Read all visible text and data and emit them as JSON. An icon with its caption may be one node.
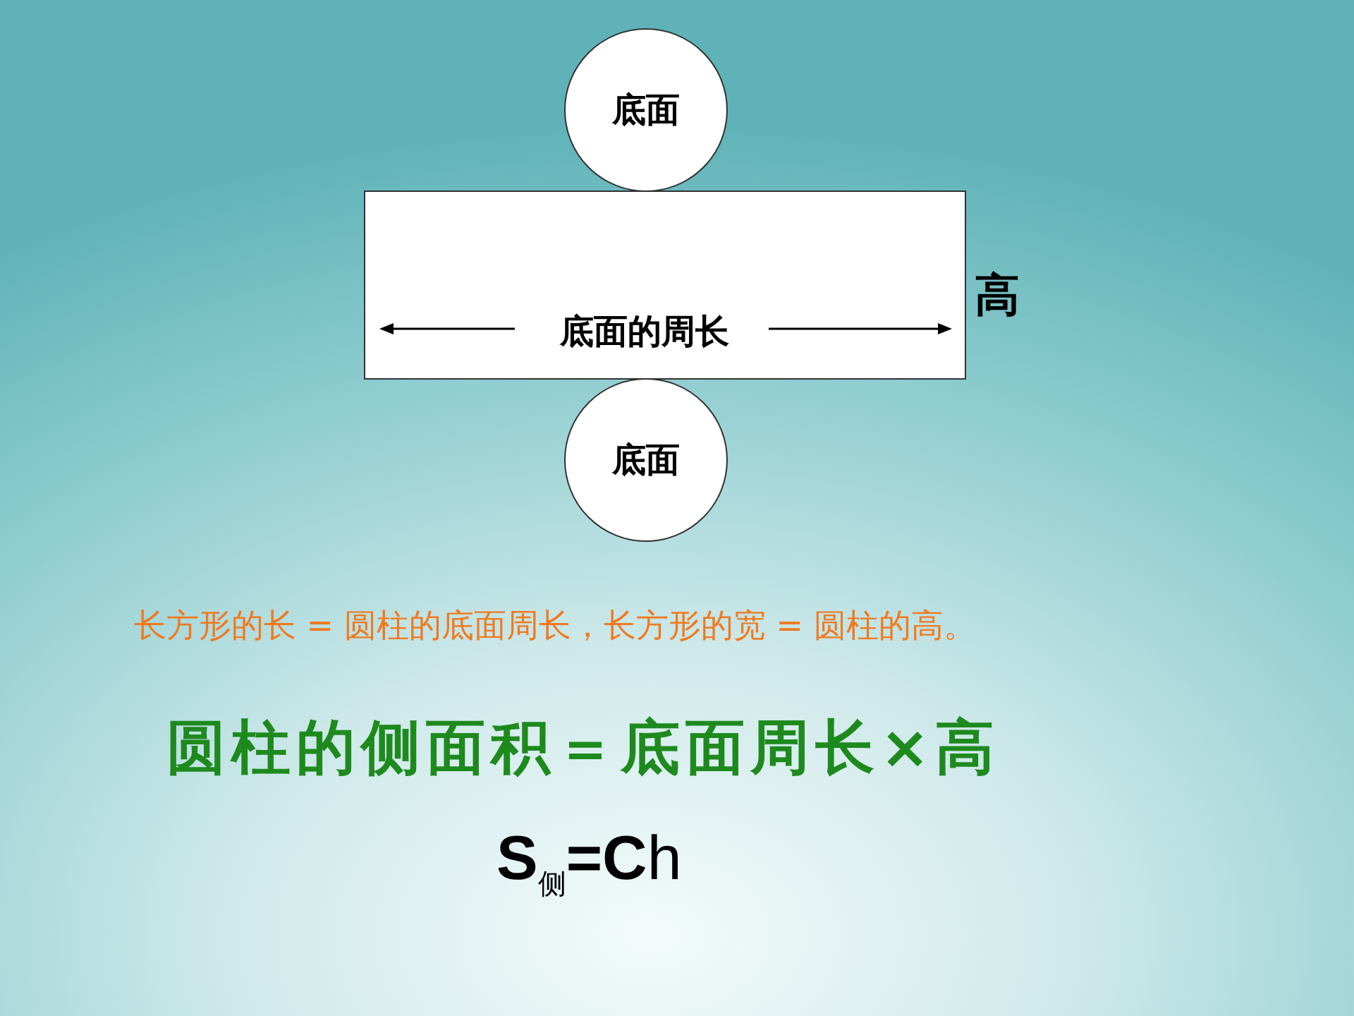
{
  "diagram": {
    "nodes": [
      {
        "text": [
          "底面"
        ]
      },
      {
        "text": [
          "底面的周长"
        ],
        "beside": [
          "高"
        ]
      },
      {
        "text": [
          "底面"
        ]
      }
    ],
    "labels": [
      "长方形的长 = 圆柱的底面周长，长方形的宽 = 圆柱的高。",
      "圆柱的侧面积＝底面周长×高",
      "**S**$_{侧}$**=C**h"
    ]
  }
}
